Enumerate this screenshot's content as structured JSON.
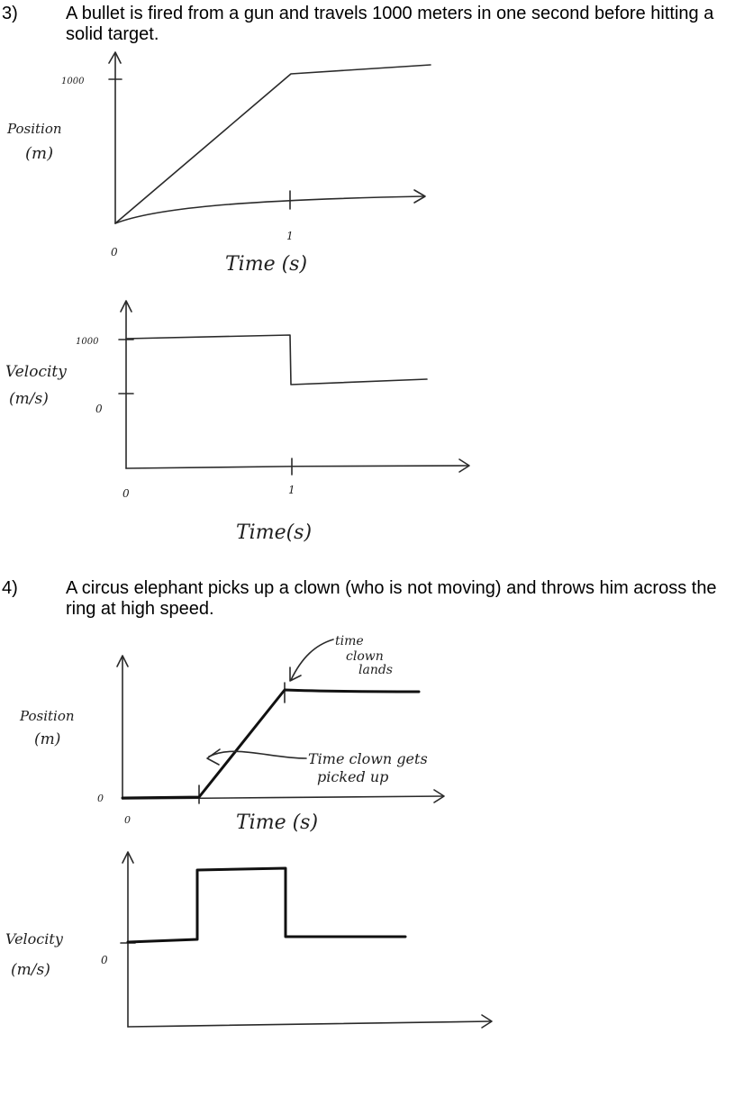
{
  "problems": [
    {
      "number": "3)",
      "text": "A bullet is fired from a gun and travels 1000 meters in one second before hitting a solid target.",
      "position_graph": {
        "ylabel_line1": "Position",
        "ylabel_line2": "(m)",
        "ytick_top": "1000",
        "origin": "0",
        "xtick": "1",
        "xlabel": "Time (s)"
      },
      "velocity_graph": {
        "ylabel_line1": "Velocity",
        "ylabel_line2": "(m/s)",
        "ytick_top": "1000",
        "ytick_zero": "0",
        "origin": "0",
        "xtick": "1",
        "xlabel": "Time(s)"
      }
    },
    {
      "number": "4)",
      "text": "A circus elephant picks up a clown (who is not moving) and throws him across the ring at high speed.",
      "position_graph": {
        "ylabel_line1": "Position",
        "ylabel_line2": "(m)",
        "origin_y": "0",
        "origin_x": "0",
        "xlabel": "Time (s)",
        "annotation_lands": [
          "time",
          "clown",
          "lands"
        ],
        "annotation_pickup": [
          "Time clown gets",
          "picked up"
        ]
      },
      "velocity_graph": {
        "ylabel_line1": "Velocity",
        "ylabel_line2": "(m/s)",
        "ytick_zero": "0"
      }
    }
  ]
}
